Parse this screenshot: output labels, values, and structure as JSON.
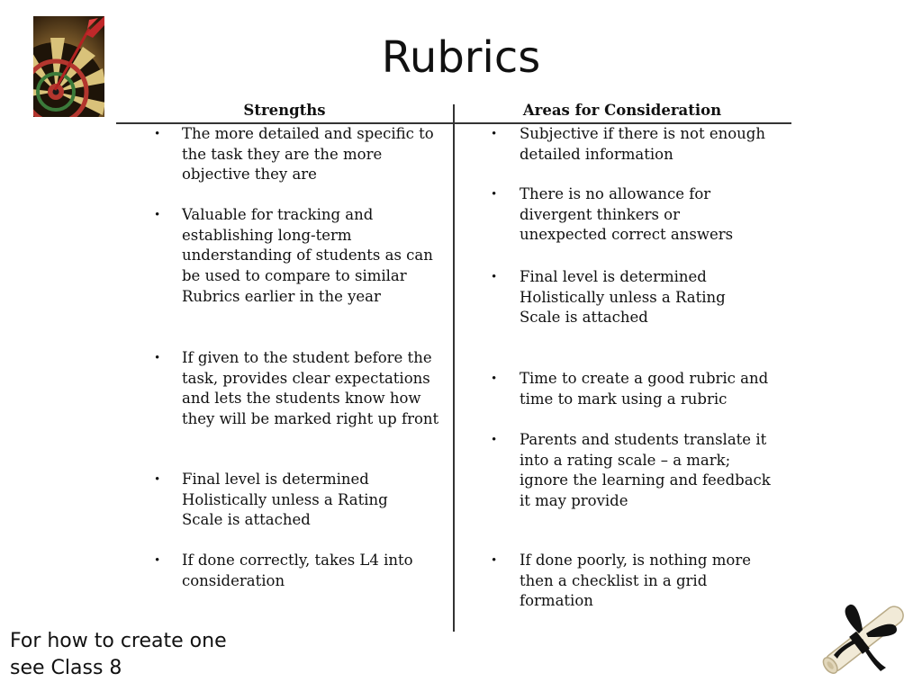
{
  "slide": {
    "title": "Rubrics"
  },
  "table": {
    "left_header": "Strengths",
    "right_header": "Areas for Consideration",
    "strengths": [
      "The more detailed and specific to the task they are the more objective they are",
      "Valuable for tracking and establishing long-term understanding of students as can be used to compare to similar Rubrics earlier in the year",
      "If given to the student before the task, provides clear expectations and lets the students know how they will be marked right up front",
      "Final level is determined Holistically unless a Rating Scale is attached",
      "If done correctly, takes L4 into consideration"
    ],
    "considerations": [
      "Subjective if there is not enough detailed information",
      "There is no allowance for divergent thinkers or unexpected correct answers",
      "Final level is determined Holistically unless a Rating Scale is attached",
      "Time to create a good rubric and time to mark using a rubric",
      "Parents and students translate it into a rating scale – a mark; ignore the learning and feedback it may provide",
      "If done poorly, is nothing more then a checklist in a grid formation"
    ],
    "bullet_glyph": "•"
  },
  "footnote": {
    "line1": "For how to create one",
    "line2": "see Class 8"
  },
  "images": {
    "top_left": "dartboard-icon",
    "bottom_right": "diploma-scroll-icon"
  }
}
